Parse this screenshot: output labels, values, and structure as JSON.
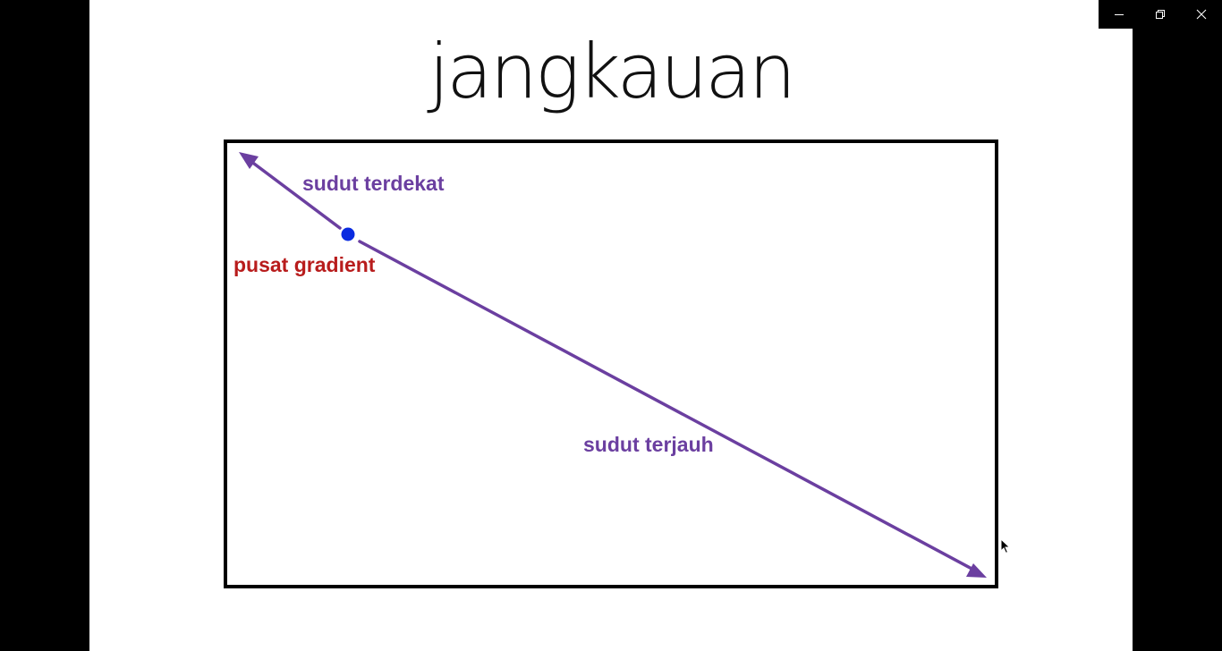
{
  "slide": {
    "title": "jangkauan"
  },
  "diagram": {
    "labels": {
      "nearest_corner": "sudut terdekat",
      "gradient_center": "pusat gradient",
      "farthest_corner": "sudut terjauh"
    },
    "colors": {
      "arrow": "#6b3fa0",
      "nearest_label": "#6b3fa0",
      "farthest_label": "#6b3fa0",
      "center_label": "#b81c1c",
      "center_dot": "#0a2be0",
      "frame": "#000000"
    }
  },
  "window_controls": {
    "minimize_icon": "minimize-icon",
    "restore_icon": "restore-icon",
    "close_icon": "close-icon"
  }
}
